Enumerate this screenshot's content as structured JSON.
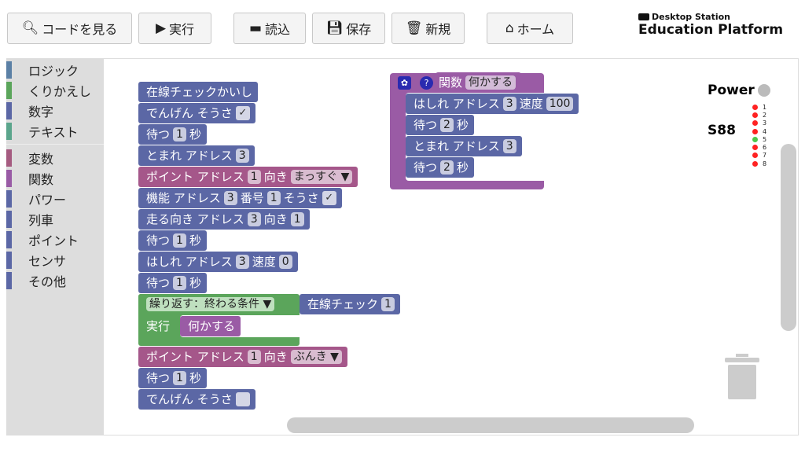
{
  "toolbar": {
    "view_code": "コードを見る",
    "run": "実行",
    "load": "読込",
    "save": "保存",
    "new": "新規",
    "home": "ホーム"
  },
  "logo": {
    "line1": "Desktop Station",
    "line2": "Education Platform"
  },
  "sidebar": [
    "ロジック",
    "くりかえし",
    "数字",
    "テキスト",
    "変数",
    "関数",
    "パワー",
    "列車",
    "ポイント",
    "センサ",
    "その他"
  ],
  "sidebar_colors": [
    "#5b80a5",
    "#5ba55b",
    "#5b67a5",
    "#5ba58c",
    "#a55b80",
    "#995ba5",
    "#5b67a5",
    "#5b67a5",
    "#5b67a5",
    "#5b67a5",
    "#5b67a5"
  ],
  "main_blocks": [
    {
      "color": "blue",
      "parts": [
        {
          "t": "在線チェックかいし"
        }
      ]
    },
    {
      "color": "blue",
      "parts": [
        {
          "t": "でんげん そうさ"
        },
        {
          "cb": "✓"
        }
      ]
    },
    {
      "color": "blue",
      "parts": [
        {
          "t": "待つ"
        },
        {
          "f": "1"
        },
        {
          "t": "秒"
        }
      ]
    },
    {
      "color": "blue",
      "parts": [
        {
          "t": "とまれ アドレス"
        },
        {
          "f": "3"
        }
      ]
    },
    {
      "color": "pink",
      "parts": [
        {
          "t": "ポイント アドレス"
        },
        {
          "f": "1"
        },
        {
          "t": "向き"
        },
        {
          "f": "まっすぐ ▼"
        }
      ]
    },
    {
      "color": "blue",
      "parts": [
        {
          "t": "機能 アドレス"
        },
        {
          "f": "3"
        },
        {
          "t": "番号"
        },
        {
          "f": "1"
        },
        {
          "t": "そうさ"
        },
        {
          "cb": "✓"
        }
      ]
    },
    {
      "color": "blue",
      "parts": [
        {
          "t": "走る向き アドレス"
        },
        {
          "f": "3"
        },
        {
          "t": "向き"
        },
        {
          "f": "1"
        }
      ]
    },
    {
      "color": "blue",
      "parts": [
        {
          "t": "待つ"
        },
        {
          "f": "1"
        },
        {
          "t": "秒"
        }
      ]
    },
    {
      "color": "blue",
      "parts": [
        {
          "t": "はしれ アドレス"
        },
        {
          "f": "3"
        },
        {
          "t": "速度"
        },
        {
          "f": "0"
        }
      ]
    },
    {
      "color": "blue",
      "parts": [
        {
          "t": "待つ"
        },
        {
          "f": "1"
        },
        {
          "t": "秒"
        }
      ]
    },
    {
      "color": "green",
      "parts": [
        {
          "f": "繰り返す：終わる条件 ▼"
        }
      ]
    },
    {
      "color": "blue",
      "parts": [
        {
          "t": "在線チェック"
        },
        {
          "f": "1"
        }
      ]
    },
    {
      "color": "green",
      "parts": [
        {
          "t": "実行"
        }
      ]
    },
    {
      "color": "purple",
      "parts": [
        {
          "t": "何かする"
        }
      ]
    },
    {
      "color": "pink",
      "parts": [
        {
          "t": "ポイント アドレス"
        },
        {
          "f": "1"
        },
        {
          "t": "向き"
        },
        {
          "f": "ぶんき ▼"
        }
      ]
    },
    {
      "color": "blue",
      "parts": [
        {
          "t": "待つ"
        },
        {
          "f": "1"
        },
        {
          "t": "秒"
        }
      ]
    },
    {
      "color": "blue",
      "parts": [
        {
          "t": "でんげん そうさ"
        },
        {
          "cb": ""
        }
      ]
    }
  ],
  "function_block": {
    "header": [
      {
        "t": "関数"
      },
      {
        "f": "何かする"
      }
    ],
    "body": [
      {
        "color": "blue",
        "parts": [
          {
            "t": "はしれ アドレス"
          },
          {
            "f": "3"
          },
          {
            "t": "速度"
          },
          {
            "f": "100"
          }
        ]
      },
      {
        "color": "blue",
        "parts": [
          {
            "t": "待つ"
          },
          {
            "f": "2"
          },
          {
            "t": "秒"
          }
        ]
      },
      {
        "color": "blue",
        "parts": [
          {
            "t": "とまれ アドレス"
          },
          {
            "f": "3"
          }
        ]
      },
      {
        "color": "blue",
        "parts": [
          {
            "t": "待つ"
          },
          {
            "f": "2"
          },
          {
            "t": "秒"
          }
        ]
      }
    ]
  },
  "status": {
    "power_label": "Power",
    "s88_label": "S88",
    "sensors": [
      {
        "n": "1",
        "on": false
      },
      {
        "n": "2",
        "on": false
      },
      {
        "n": "3",
        "on": false
      },
      {
        "n": "4",
        "on": false
      },
      {
        "n": "5",
        "on": true
      },
      {
        "n": "6",
        "on": false
      },
      {
        "n": "7",
        "on": false
      },
      {
        "n": "8",
        "on": false
      }
    ],
    "led_on": "#4cc94c",
    "led_off": "#f22"
  }
}
